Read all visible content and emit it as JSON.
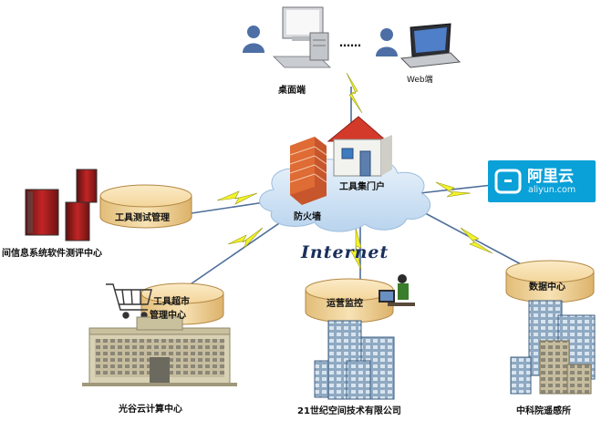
{
  "desktop_label": "桌面端",
  "web_label": "Web端",
  "dots": "……",
  "portal_label": "工具集门户",
  "firewall_label": "防火墙",
  "internet_label": "Internet",
  "aliyun": {
    "name": "阿里云",
    "url": "aliyun.com"
  },
  "test_mgmt_label": "工具测试管理",
  "test_center_label": "间信息系统软件测评中心",
  "supermarket_label_1": "工具超市",
  "supermarket_label_2": "管理中心",
  "cloud_center_label": "光谷云计算中心",
  "ops_label": "运营监控",
  "company_label": "21世纪空间技术有限公司",
  "data_center_label": "数据中心",
  "institute_label": "中科院遥感所",
  "colors": {
    "cloud": "#c9dff2",
    "disk": "#f6dfad",
    "aliyun": "#0aa0d8",
    "lightning": "#f2f22a",
    "line": "#4e6e9a"
  }
}
